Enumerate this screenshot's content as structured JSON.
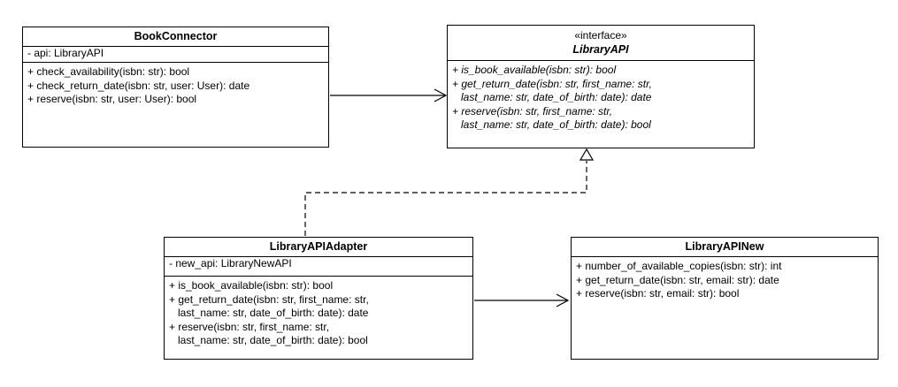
{
  "classes": [
    {
      "name": "BookConnector",
      "attributes": [
        "- api: LibraryAPI"
      ],
      "methods": [
        "+ check_availability(isbn: str): bool",
        "+ check_return_date(isbn: str, user: User): date",
        "+ reserve(isbn: str, user: User): bool"
      ]
    },
    {
      "stereotype": "«interface»",
      "name": "LibraryAPI",
      "methods": [
        "+ is_book_available(isbn: str): bool",
        "+ get_return_date(isbn: str, first_name: str,",
        "   last_name: str, date_of_birth: date): date",
        "+ reserve(isbn: str, first_name: str,",
        "   last_name: str, date_of_birth: date): bool"
      ]
    },
    {
      "name": "LibraryAPIAdapter",
      "attributes": [
        "- new_api: LibraryNewAPI"
      ],
      "methods": [
        "+ is_book_available(isbn: str): bool",
        "+ get_return_date(isbn: str, first_name: str,",
        "   last_name: str, date_of_birth: date): date",
        "+ reserve(isbn: str, first_name: str,",
        "   last_name: str, date_of_birth: date): bool"
      ]
    },
    {
      "name": "LibraryAPINew",
      "methods": [
        "+ number_of_available_copies(isbn: str): int",
        "+ get_return_date(isbn: str, email: str): date",
        "+ reserve(isbn: str, email: str): bool"
      ]
    }
  ],
  "relations": [
    {
      "from": "BookConnector",
      "to": "LibraryAPI",
      "type": "association",
      "line": "solid",
      "arrowhead": "open"
    },
    {
      "from": "LibraryAPIAdapter",
      "to": "LibraryAPI",
      "type": "realization",
      "line": "dashed",
      "arrowhead": "hollow-triangle"
    },
    {
      "from": "LibraryAPIAdapter",
      "to": "LibraryAPINew",
      "type": "association",
      "line": "solid",
      "arrowhead": "open"
    }
  ],
  "colors": {
    "background": "#ffffff",
    "box_fill": "#ffffff",
    "stroke": "#000000",
    "text": "#000000"
  }
}
